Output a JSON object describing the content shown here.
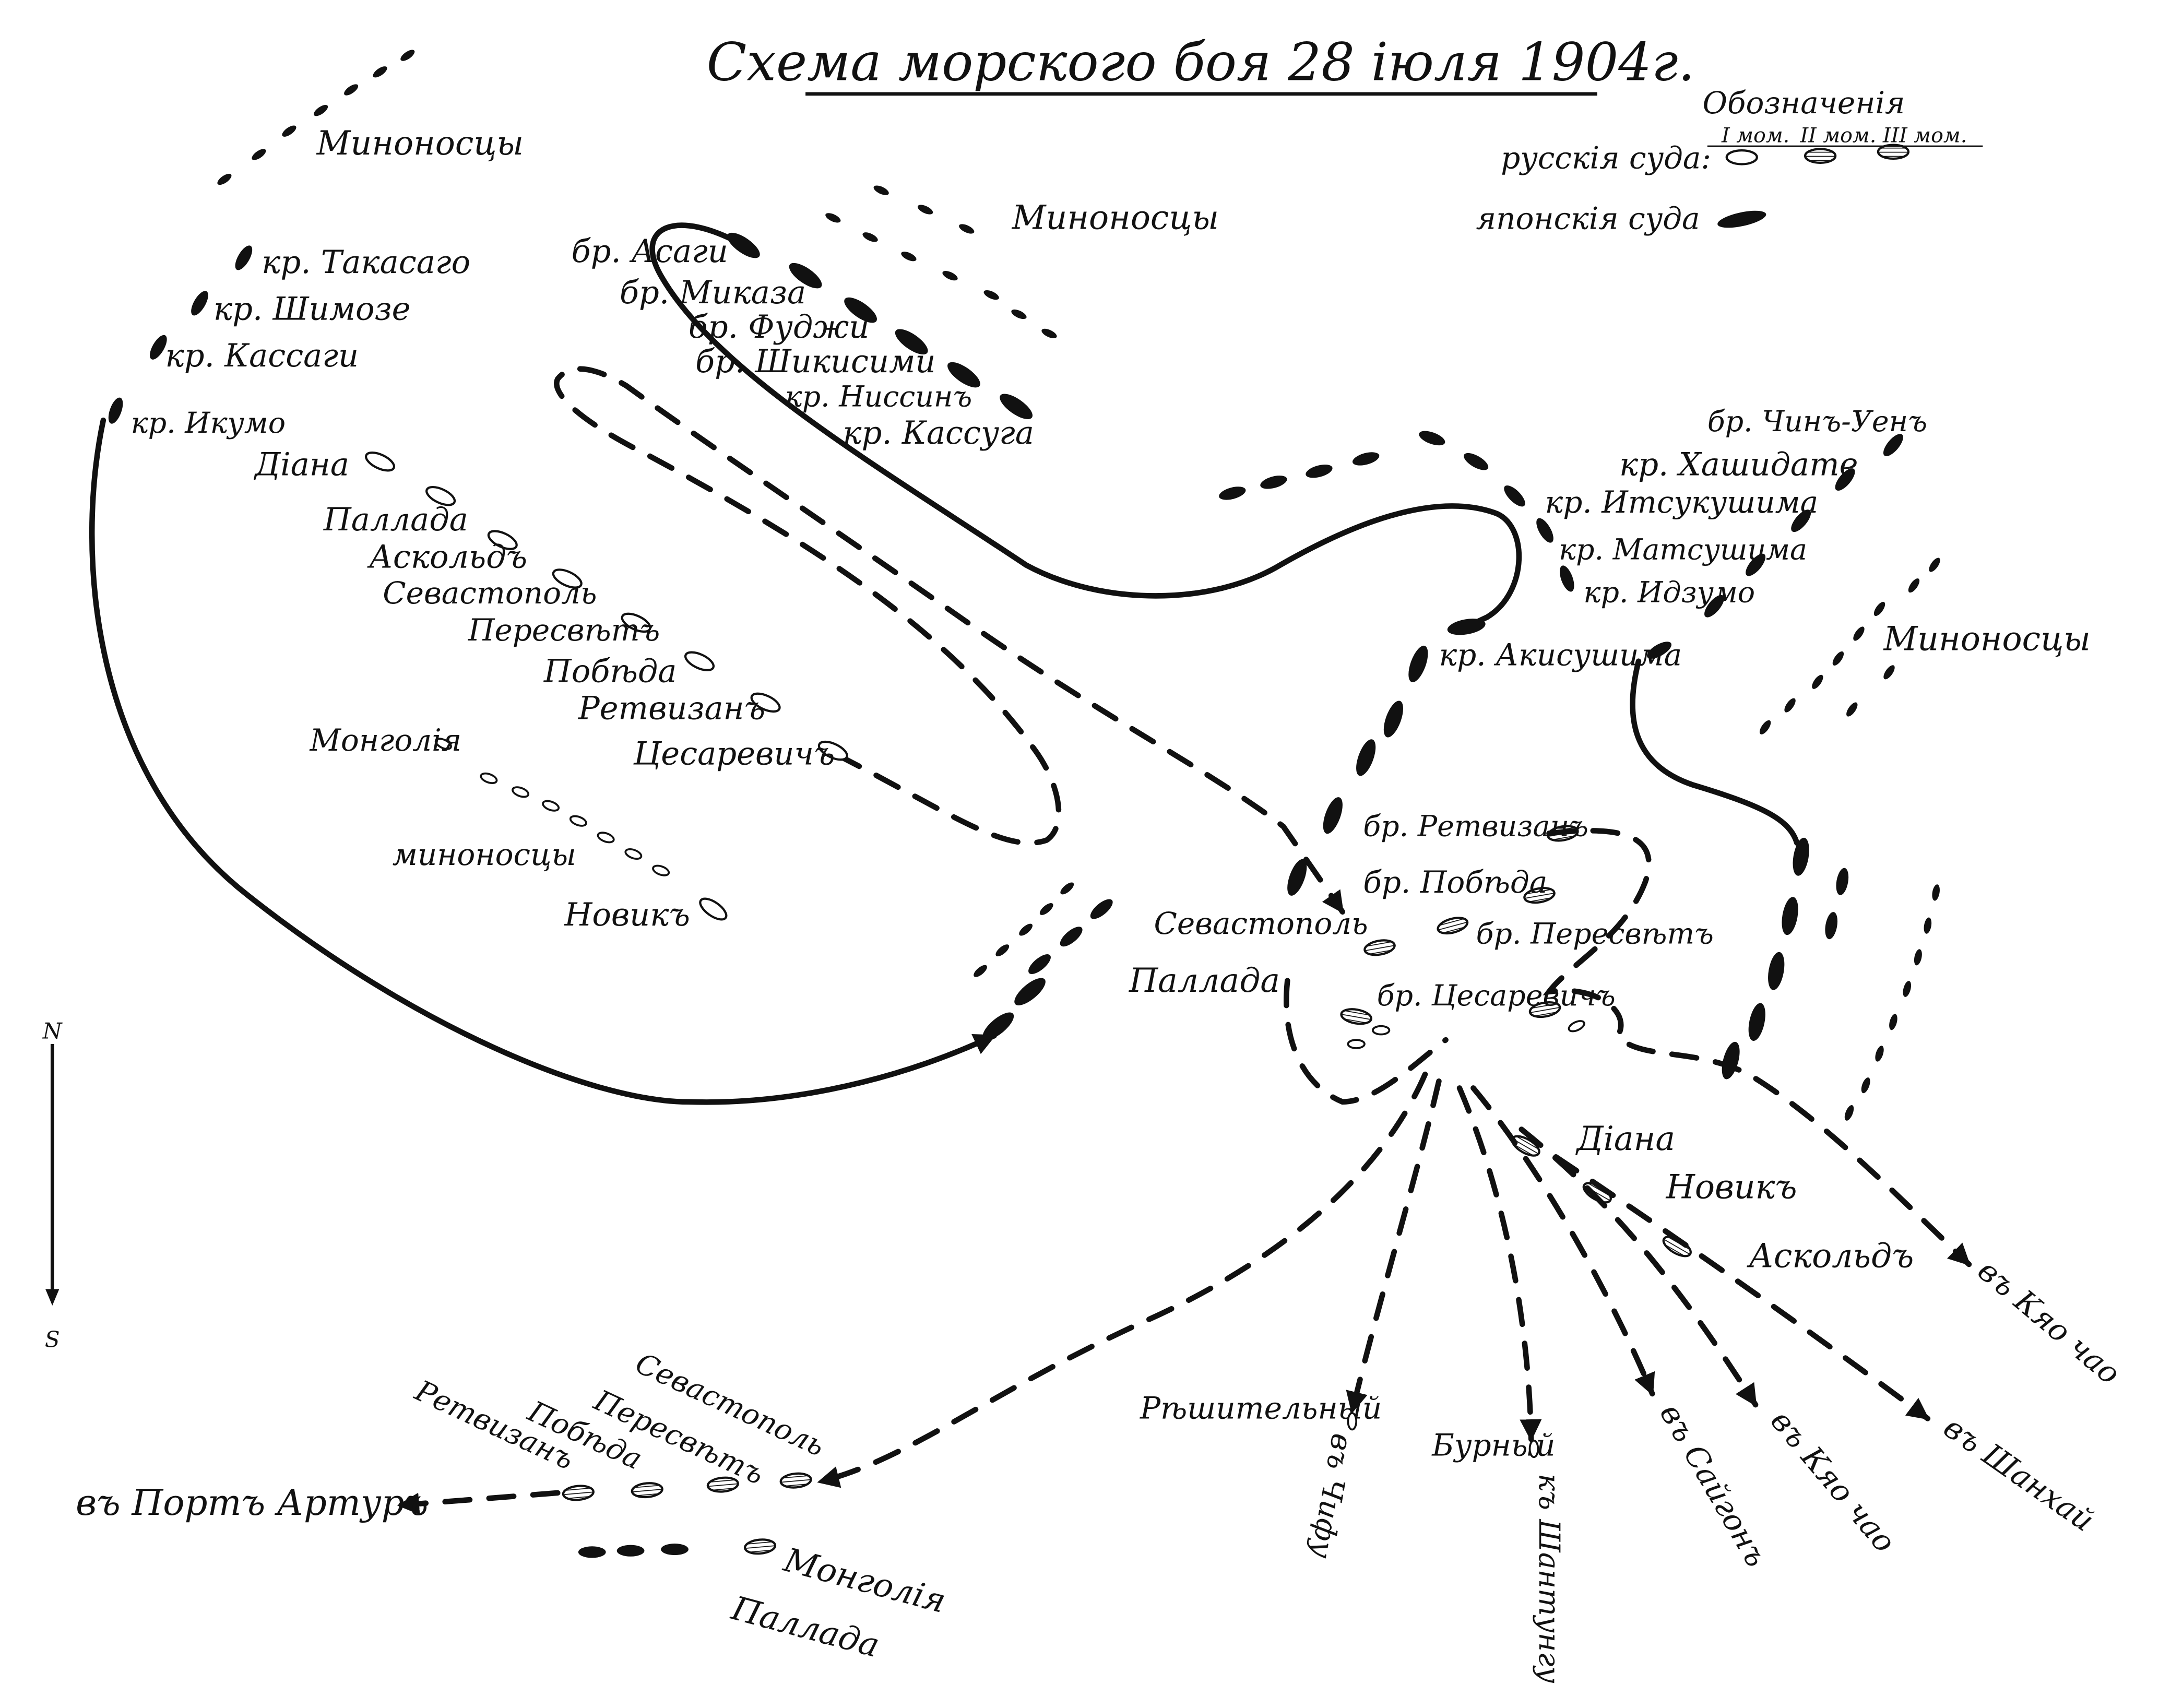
{
  "title": "Схема морского боя 28 іюля 1904г.",
  "legend": {
    "heading": "Обозначенія",
    "russian_label": "русскія суда:",
    "japanese_label": "японскія суда",
    "phase1": "I мом.",
    "phase2": "II мом.",
    "phase3": "III мом."
  },
  "compass": {
    "north": "N",
    "south": "S"
  },
  "labels": {
    "jp_torpedo_nw": "Миноносцы",
    "jp_torpedo_n": "Миноносцы",
    "jp_torpedo_e": "Миноносцы",
    "takasago": "кр. Такасаго",
    "chitose": "кр. Шимозе",
    "kasagi": "кр. Кассаги",
    "izumo": "кр. Икумо",
    "asahi": "бр. Асаги",
    "mikasa": "бр. Миказа",
    "fuji": "бр. Фуджи",
    "shikishima": "бр. Шикисими",
    "nisshin": "кр. Ниссинъ",
    "kasuga": "кр. Кассуга",
    "chinyen": "бр. Чинъ-Уенъ",
    "hashidate": "кр. Хашидате",
    "itsukushima": "кр. Итсукушима",
    "matsushima": "кр. Матсушима",
    "izumi": "кр. Идзумо",
    "akitsushima": "кр. Акисушима",
    "r1_diana": "Діана",
    "r1_pallada": "Паллада",
    "r1_askold": "Аскольдъ",
    "r1_sevastopol": "Севастополь",
    "r1_peresvet": "Пересвѣтъ",
    "r1_pobeda": "Побѣда",
    "r1_retvizan": "Ретвизанъ",
    "r1_tsesarevich": "Цесаревичъ",
    "r1_mongolia": "Монголія",
    "r1_torpedo": "миноносцы",
    "r1_novik": "Новикъ",
    "r2_retvizan": "бр. Ретвизанъ",
    "r2_pobeda": "бр. Побѣда",
    "r2_peresvet": "бр. Пересвѣтъ",
    "r2_sevastopol": "Севастополь",
    "r2_pallada": "Паллада",
    "r2_tsesarevich": "бр. Цесаревичъ",
    "r3_diana": "Діана",
    "r3_novik": "Новикъ",
    "r3_askold": "Аскольдъ",
    "to_kiaochao_1": "въ Кяо чао",
    "to_kiaochao_2": "въ Кяо чао",
    "to_shanghai": "въ Шанхай",
    "to_saigon": "въ Сайгонъ",
    "to_chifu": "въ Чифу",
    "to_shantung": "къ Шантунгу",
    "reshitelny": "Рѣшительный",
    "burny": "Бурный",
    "to_port_arthur": "въ Портъ Артуръ",
    "pa_sevastopol": "Севастополь",
    "pa_peresvet": "Пересвѣтъ",
    "pa_pobeda": "Побѣда",
    "pa_retvizan": "Ретвизанъ",
    "pa_mongolia": "Монголія",
    "pa_pallada": "Паллада"
  }
}
